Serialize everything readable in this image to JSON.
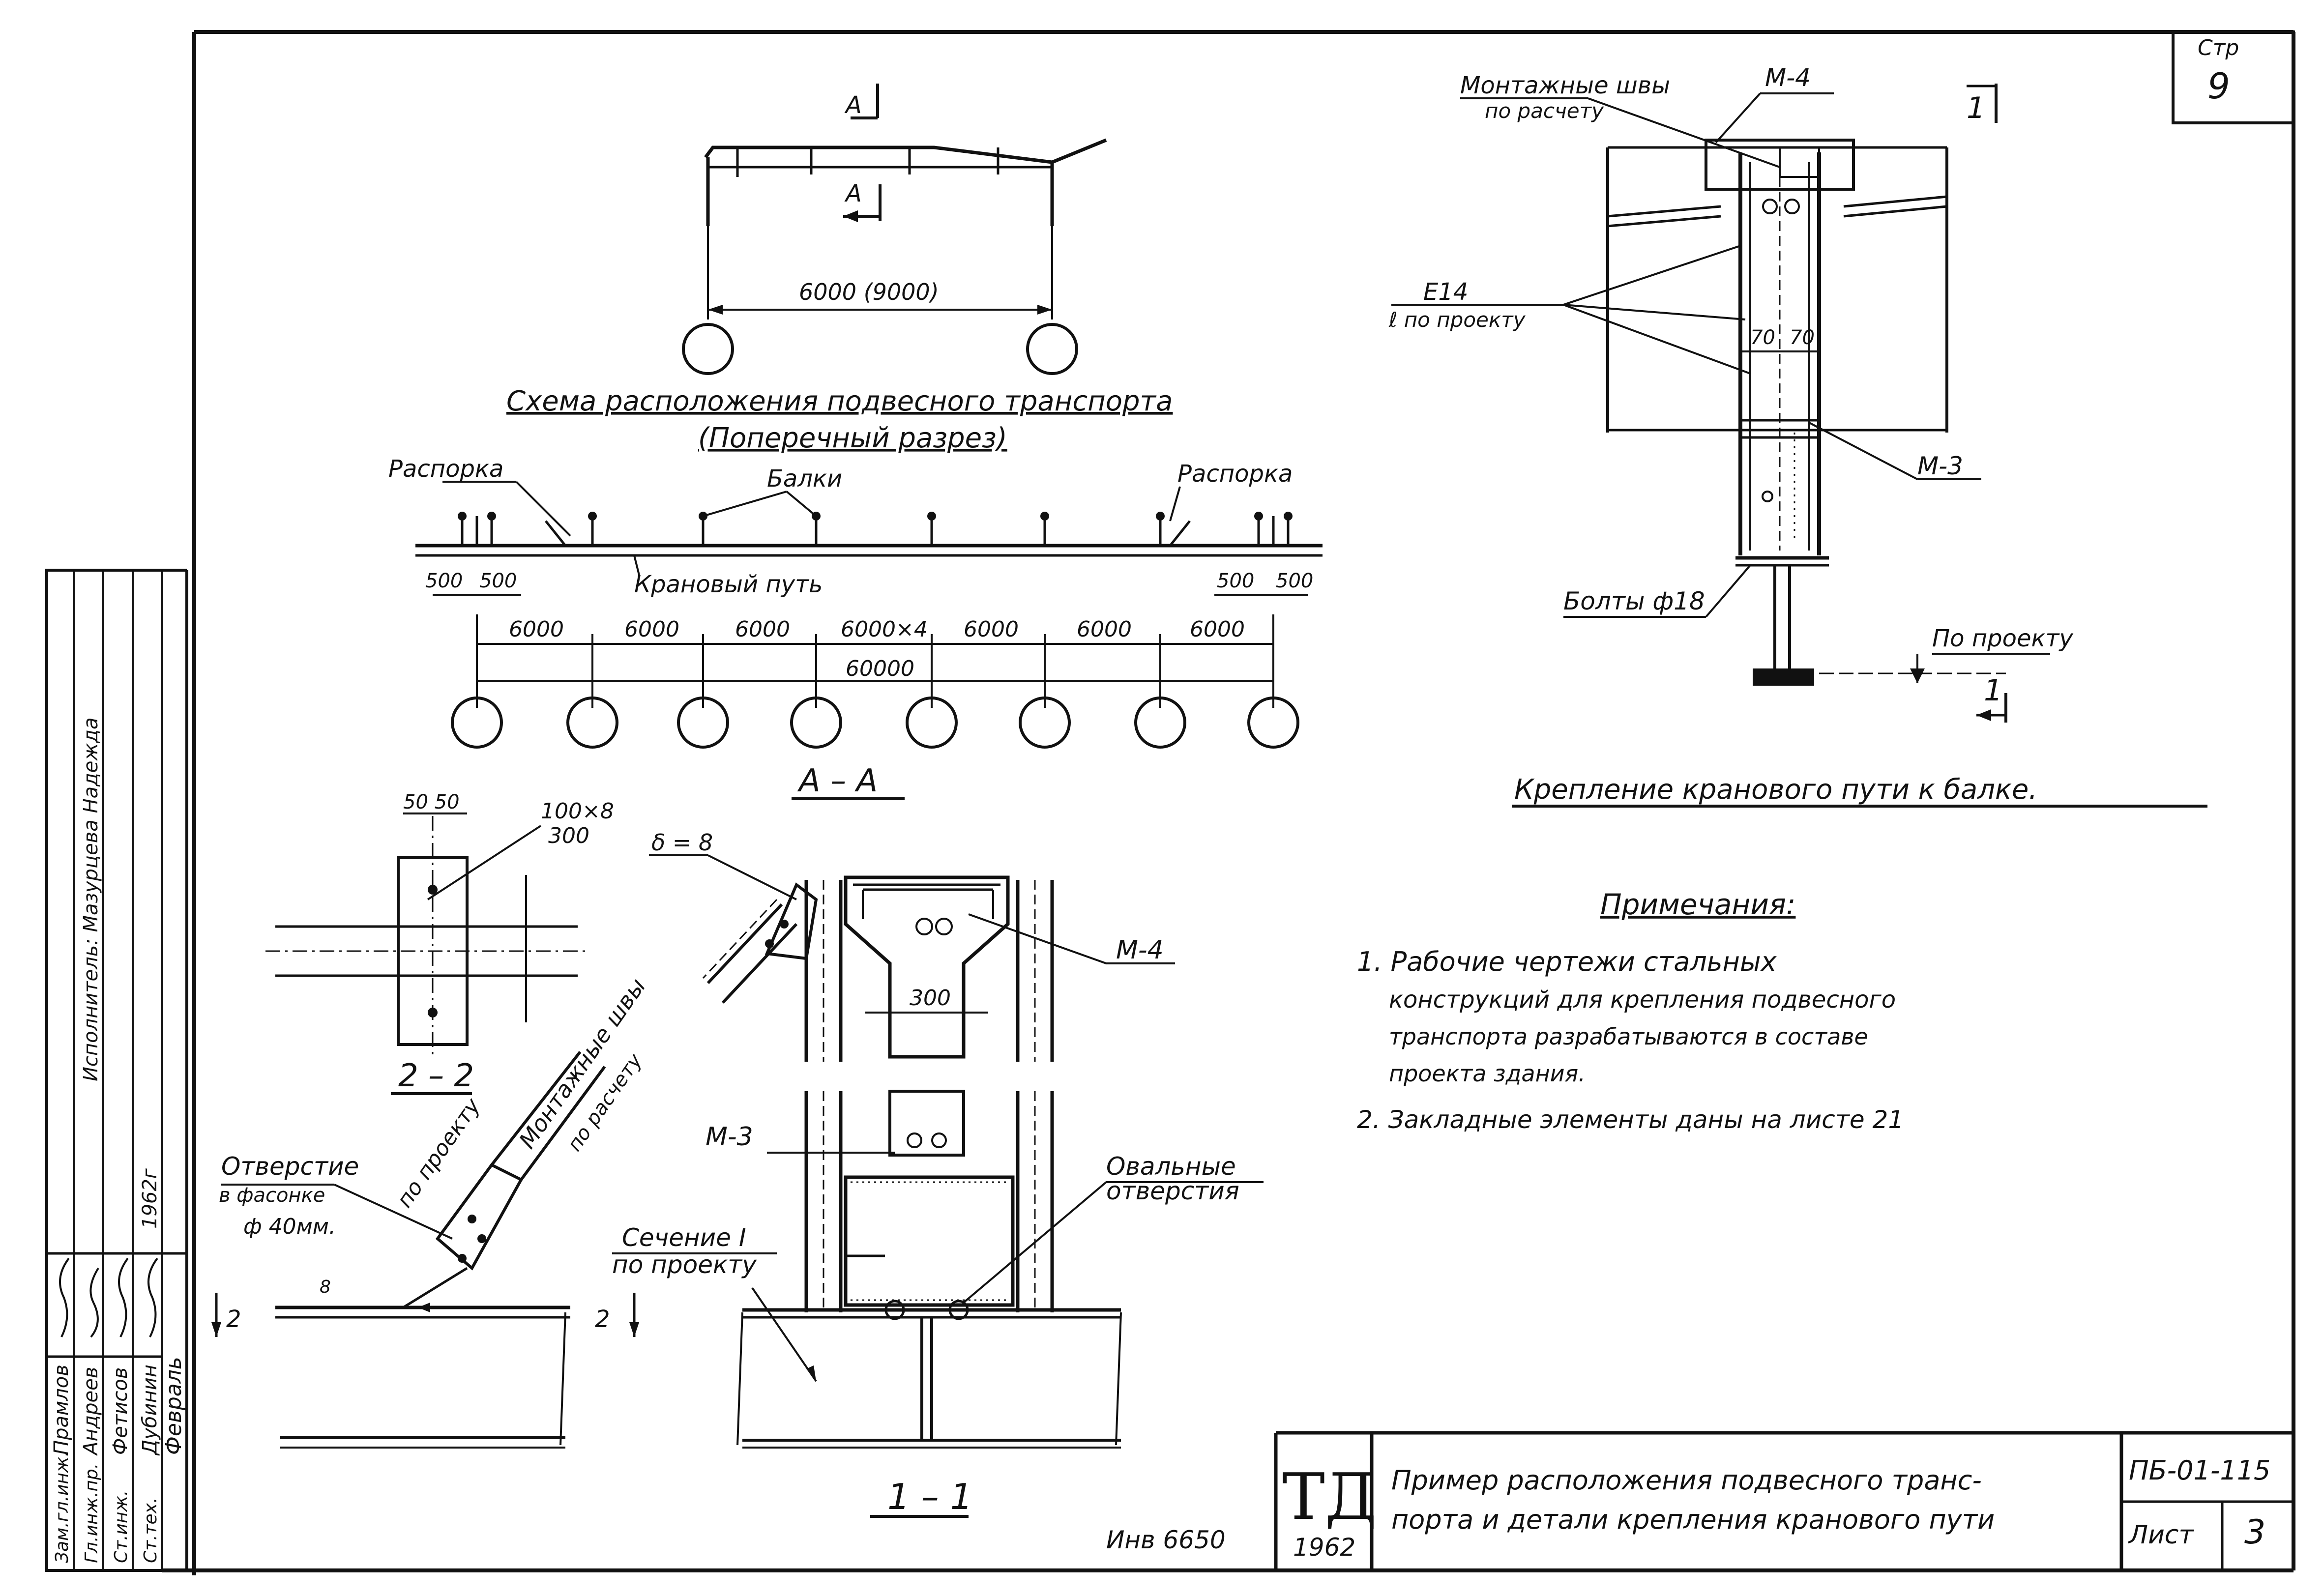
{
  "sheet": {
    "page_box_label": "Стр",
    "page_box_number": "9",
    "inventory_number": "Инв 6650"
  },
  "top_section": {
    "title": "Схема расположения подвесного транспорта",
    "subtitle": "(Поперечный разрез)",
    "section_mark": "А",
    "span_label": "6000 (9000)"
  },
  "plan_section": {
    "label_left_strut": "Распорка",
    "label_right_strut": "Распорка",
    "label_beams": "Балки",
    "label_track": "Крановый путь",
    "edge_dims_left": [
      "500",
      "500"
    ],
    "edge_dims_right": [
      "500",
      "500"
    ],
    "spacings": [
      "6000",
      "6000",
      "6000",
      "6000×4",
      "6000",
      "6000",
      "6000"
    ],
    "total": "60000",
    "section_title": "А – А"
  },
  "section_22": {
    "dims_top": "50 50",
    "plate_label_1": "100×8",
    "plate_label_2": "300",
    "title": "2 – 2"
  },
  "bracing_detail": {
    "thickness_label": "δ = 8",
    "label_weld_1": "Монтажные швы",
    "label_weld_2": "по расчету",
    "label_by_design": "по проекту",
    "label_hole_1": "Отверстие",
    "label_hole_2": "в фасонке",
    "label_hole_3": "ф 40мм.",
    "small_dim": "8",
    "cut_mark_left": "2",
    "cut_mark_right": "2"
  },
  "section_11": {
    "label_m4": "М-4",
    "label_m3": "М-3",
    "dim_300": "300",
    "label_oval_1": "Овальные",
    "label_oval_2": "отверстия",
    "label_section_1": "Сечение I",
    "label_section_2": "по проекту",
    "title": "1 – 1"
  },
  "crane_detail": {
    "label_welds_1": "Монтажные швы",
    "label_welds_2": "по расчету",
    "label_m4": "М-4",
    "label_e14": "Е14",
    "label_e14_sub": "ℓ по проекту",
    "dim_70a": "70",
    "dim_70b": "70",
    "label_m3": "М-3",
    "label_bolts": "Болты ф18",
    "label_by_design": "По проекту",
    "cut_mark": "1",
    "title": "Крепление кранового пути к балке."
  },
  "notes": {
    "heading": "Примечания:",
    "n1_l1": "1.  Рабочие чертежи стальных",
    "n1_l2": "конструкций для крепления подвесного",
    "n1_l3": "транспорта разрабатываются в составе",
    "n1_l4": "проекта здания.",
    "n2": "2.  Закладные элементы даны на листе 21"
  },
  "title_block": {
    "logo": "ТД",
    "year": "1962",
    "title_line1": "Пример расположения подвесного транс-",
    "title_line2": "порта и детали крепления кранового пути",
    "code": "ПБ-01-115",
    "sheet_label": "Лист",
    "sheet_number": "3"
  },
  "stamp": {
    "rows": [
      [
        "Зам.гл.инж.",
        "Прамлов",
        ""
      ],
      [
        "Гл.инж.пр.",
        "Андреев",
        ""
      ],
      [
        "Ст.инж.",
        "Фетисов",
        ""
      ],
      [
        "Ст.тех.",
        "Дубинин",
        "1962г"
      ]
    ],
    "executor": "Исполнитель: Мазурцева Надежда",
    "date": "Февраль"
  }
}
